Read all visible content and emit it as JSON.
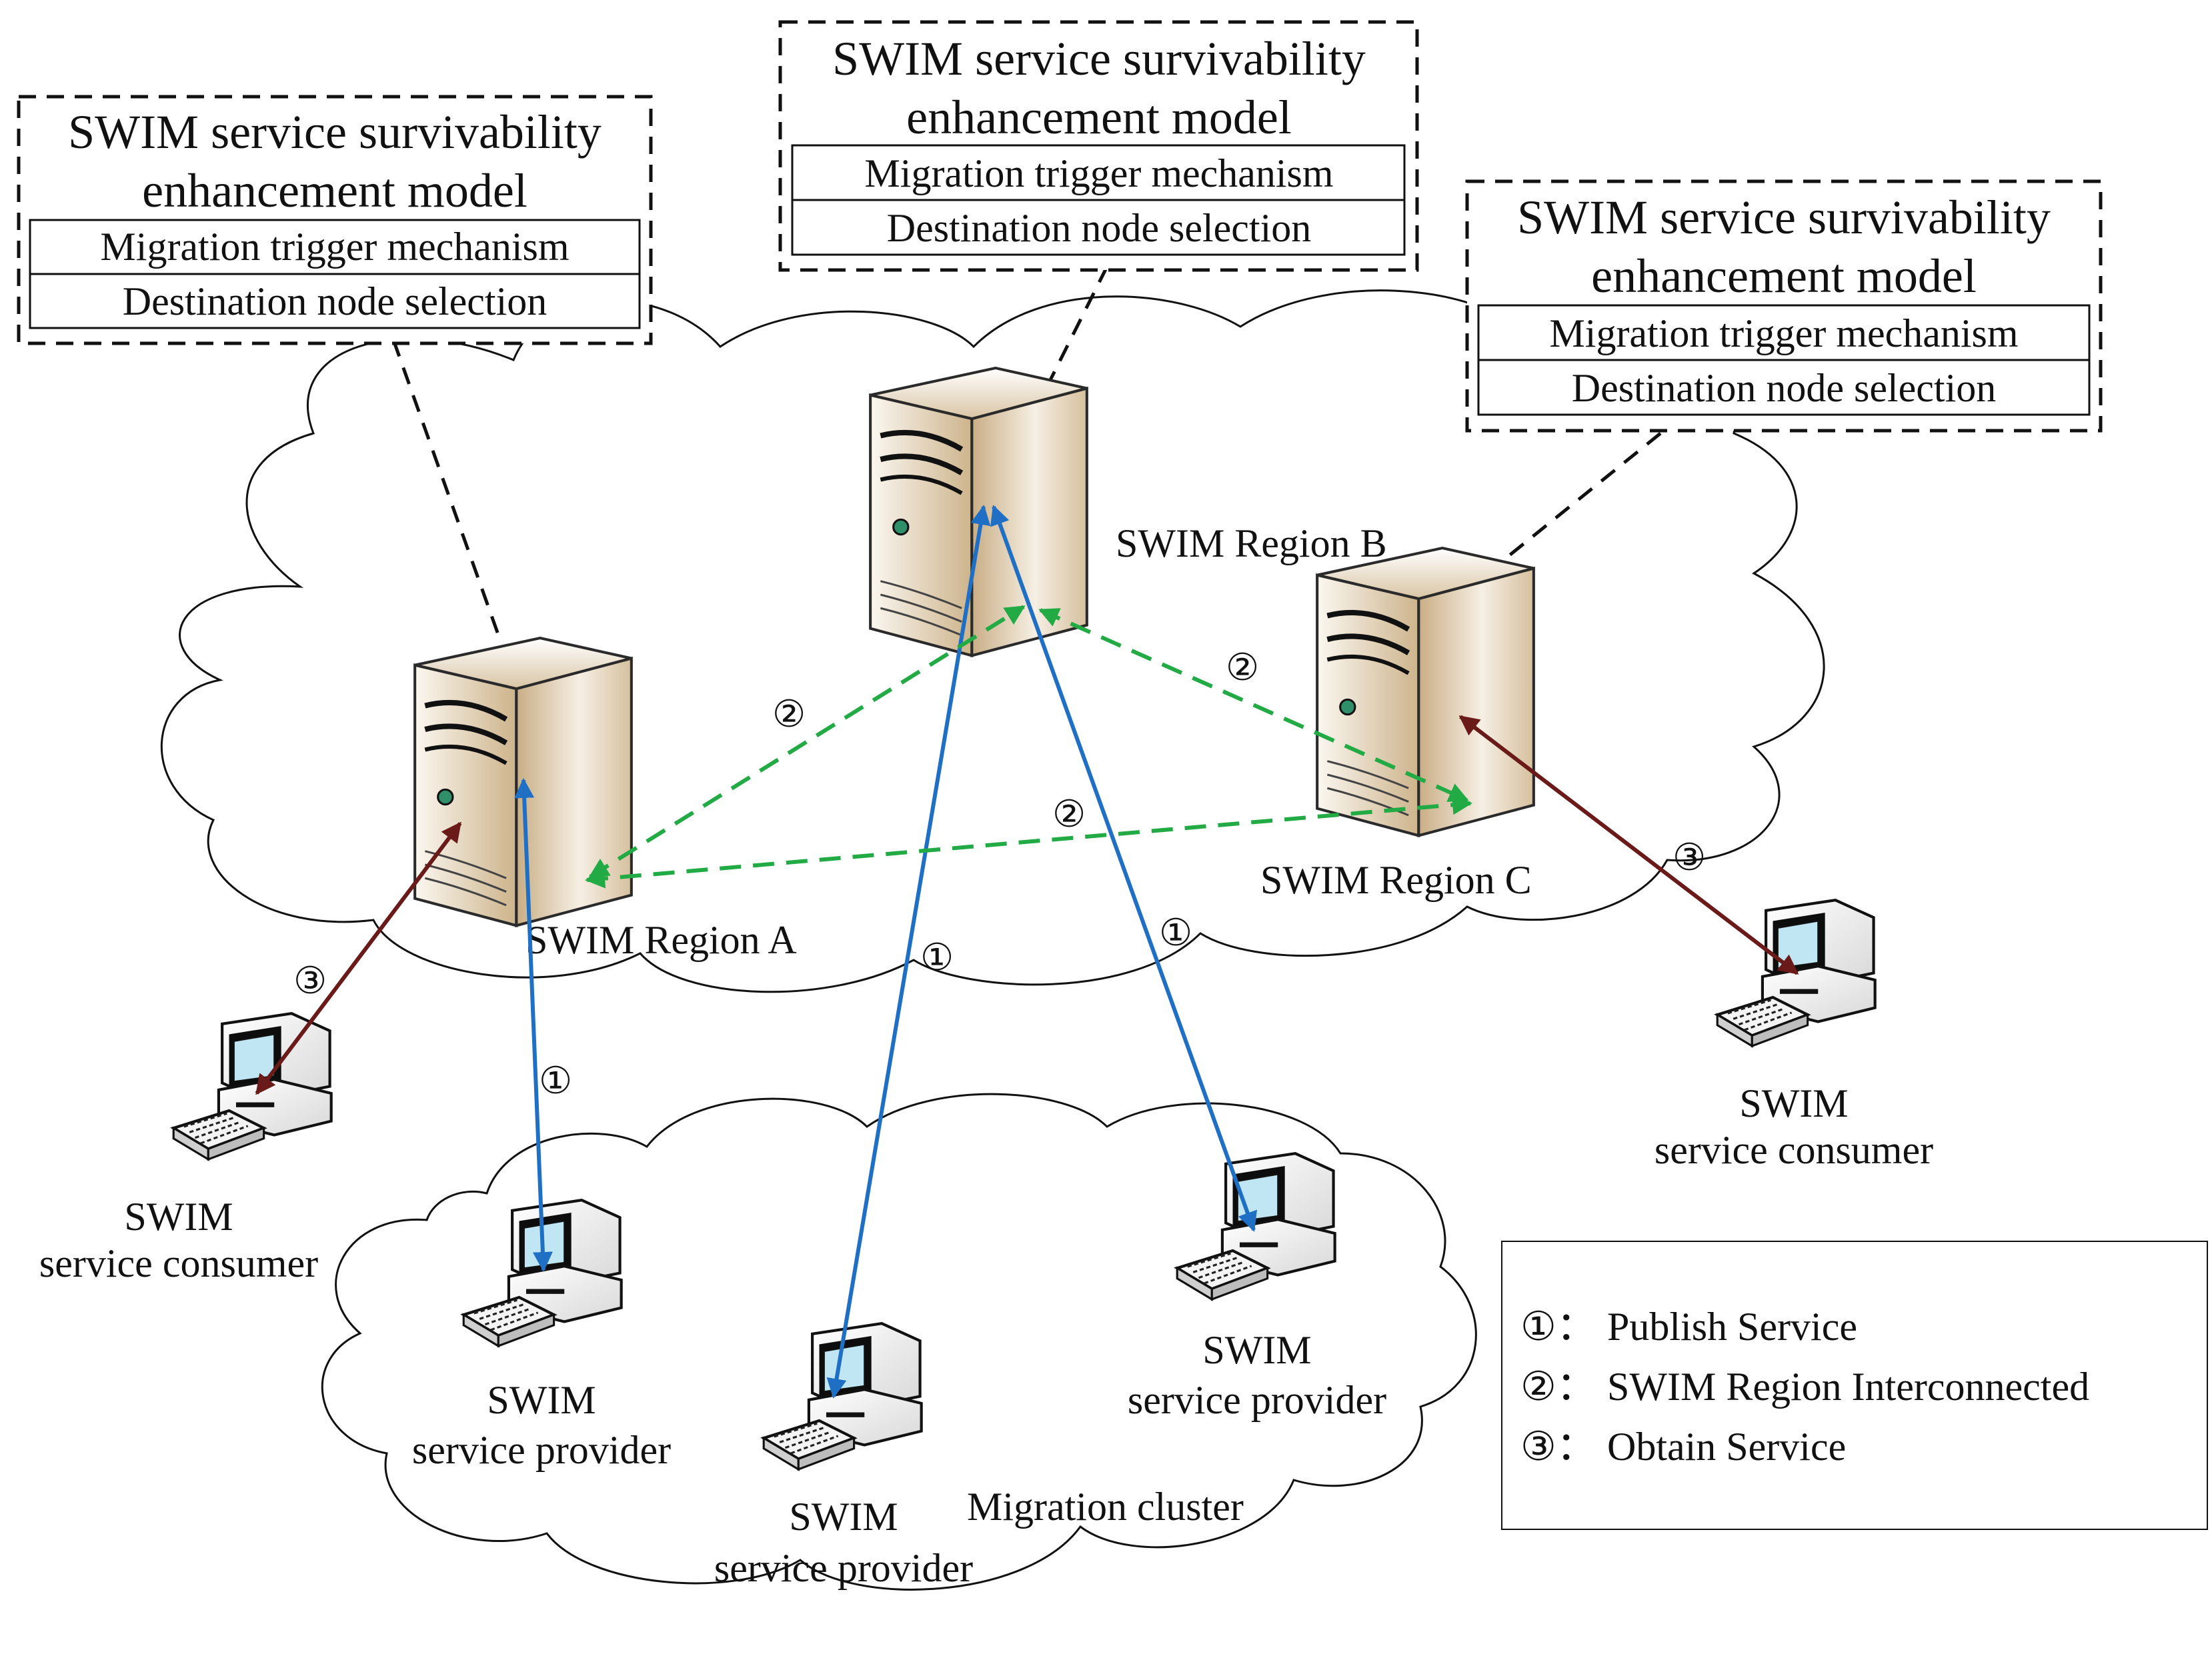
{
  "model_boxes": [
    {
      "title_line1": "SWIM service survivability",
      "title_line2": "enhancement model",
      "row1": "Migration trigger mechanism",
      "row2": "Destination node selection"
    },
    {
      "title_line1": "SWIM service survivability",
      "title_line2": "enhancement model",
      "row1": "Migration trigger mechanism",
      "row2": "Destination node selection"
    },
    {
      "title_line1": "SWIM service survivability",
      "title_line2": "enhancement model",
      "row1": "Migration trigger mechanism",
      "row2": "Destination node selection"
    }
  ],
  "regions": {
    "a": "SWIM Region A",
    "b": "SWIM Region B",
    "c": "SWIM Region C"
  },
  "consumers": [
    {
      "line1": "SWIM",
      "line2": "service consumer"
    },
    {
      "line1": "SWIM",
      "line2": "service consumer"
    }
  ],
  "providers": [
    {
      "line1": "SWIM",
      "line2": "service provider"
    },
    {
      "line1": "SWIM",
      "line2": "service provider"
    },
    {
      "line1": "SWIM",
      "line2": "service provider"
    }
  ],
  "cluster_label": "Migration cluster",
  "markers": {
    "one": "①",
    "two": "②",
    "three": "③"
  },
  "legend": [
    {
      "symbol": "①：",
      "text": "Publish Service"
    },
    {
      "symbol": "②：",
      "text": "SWIM Region Interconnected"
    },
    {
      "symbol": "③：",
      "text": "Obtain Service"
    }
  ],
  "colors": {
    "publish": "#1f6fc4",
    "interconnect": "#22aa44",
    "obtain": "#6b1a1a",
    "server_body": "#d8c2a0"
  },
  "icons": {
    "server": "server-tower-icon",
    "computer": "desktop-computer-icon"
  }
}
